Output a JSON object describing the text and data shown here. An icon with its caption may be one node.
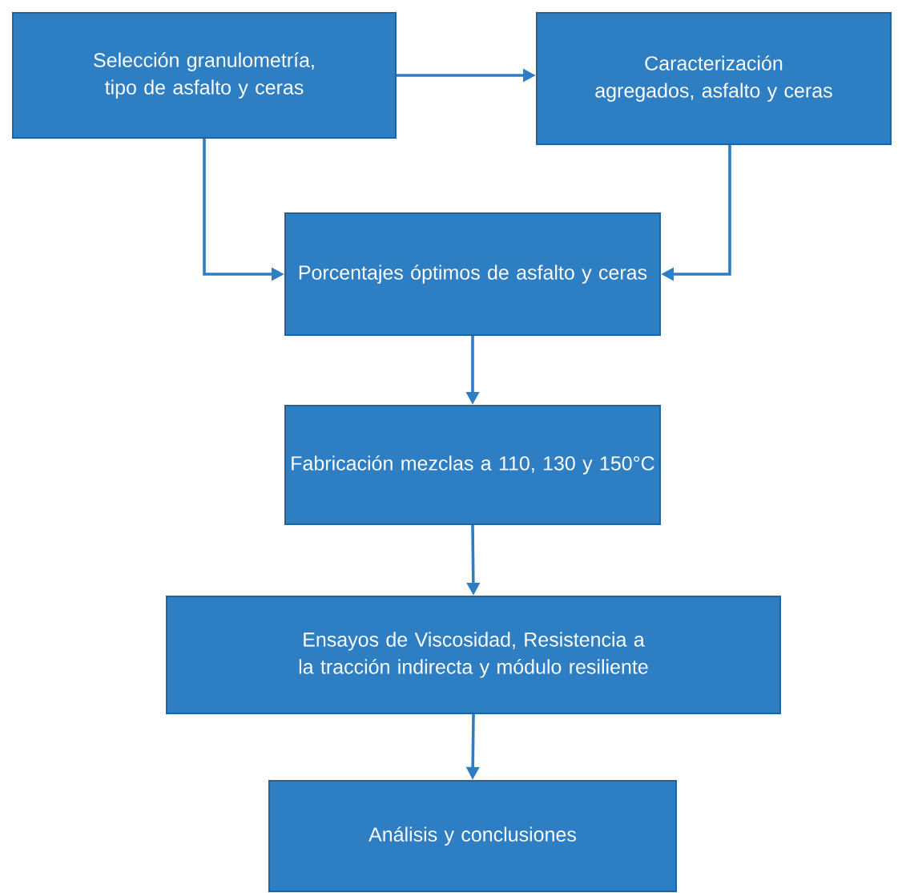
{
  "diagram": {
    "nodes": [
      {
        "text": [
          "Selección granulometría, tipo de asfalto y ceras"
        ]
      },
      {
        "text": [
          "Caracterización agregados, asfalto y ceras"
        ]
      },
      {
        "text": [
          "Porcentajes óptimos de asfalto y ceras"
        ]
      },
      {
        "text": [
          "Fabricación mezclas a 110, 130 y 150°C"
        ]
      },
      {
        "text": [
          "Ensayos de Viscosidad, Resistencia a la tracción indirecta y módulo resiliente"
        ]
      },
      {
        "text": [
          "Análisis y conclusiones"
        ]
      }
    ],
    "edges": [
      {
        "from": 0,
        "to": 1,
        "arrow": "to"
      },
      {
        "from": 0,
        "to": 2,
        "arrow": "to"
      },
      {
        "from": 1,
        "to": 2,
        "arrow": "to"
      },
      {
        "from": 2,
        "to": 3,
        "arrow": "to"
      },
      {
        "from": 3,
        "to": 4,
        "arrow": "to"
      },
      {
        "from": 4,
        "to": 5,
        "arrow": "to"
      }
    ]
  }
}
